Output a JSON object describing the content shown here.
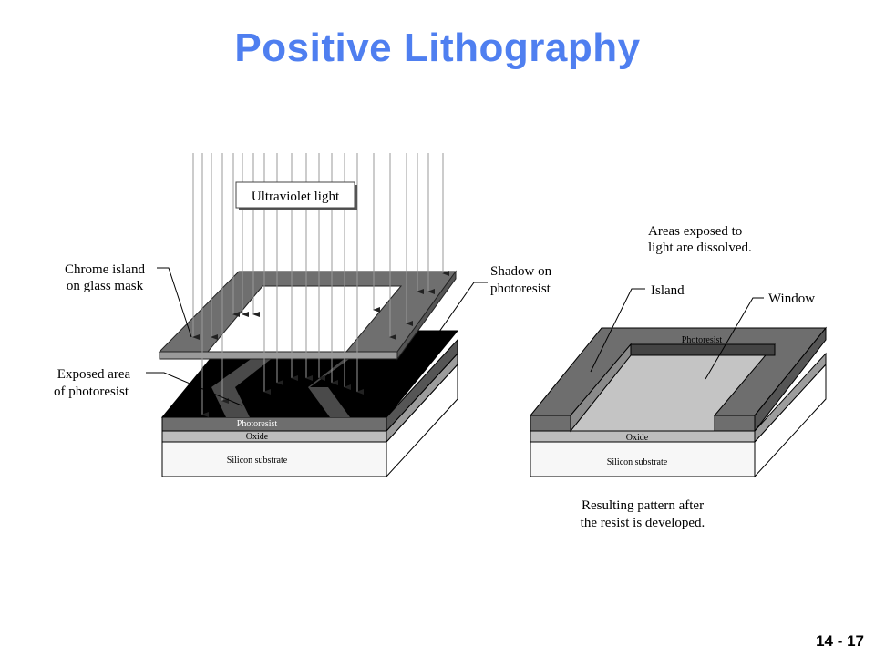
{
  "slide": {
    "title": "Positive Lithography",
    "page_number": "14 - 17"
  },
  "left_diagram": {
    "uv_label": "Ultraviolet light",
    "mask_label_line1": "Chrome island",
    "mask_label_line2": "on glass mask",
    "exposed_label_line1": "Exposed area",
    "exposed_label_line2": "of photoresist",
    "shadow_label_line1": "Shadow on",
    "shadow_label_line2": "photoresist",
    "layer_photoresist": "Photoresist",
    "layer_oxide": "Oxide",
    "layer_substrate": "Silicon substrate"
  },
  "right_diagram": {
    "dissolved_line1": "Areas exposed to",
    "dissolved_line2": "light are dissolved.",
    "island_label": "Island",
    "window_label": "Window",
    "layer_photoresist": "Photoresist",
    "layer_oxide": "Oxide",
    "layer_substrate": "Silicon substrate",
    "caption_line1": "Resulting pattern after",
    "caption_line2": "the resist is developed."
  },
  "colors": {
    "title": "#4f7ff0",
    "photoresist_dark": "#000000",
    "photoresist_gray": "#6e6e6e",
    "oxide": "#bdbdbd",
    "substrate": "#f7f7f7",
    "mask": "#707070"
  }
}
